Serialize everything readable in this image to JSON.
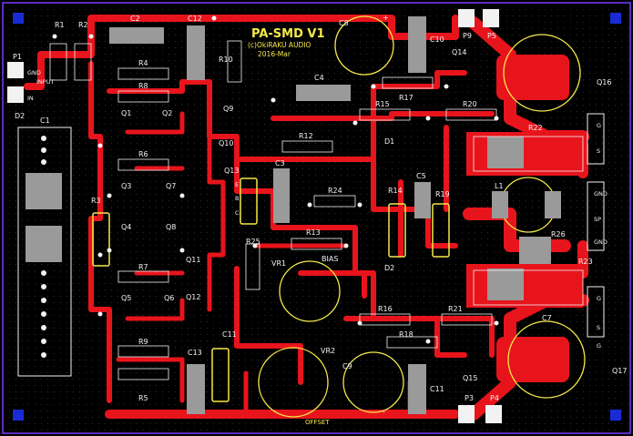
{
  "board": {
    "title": "PA-SMD V1",
    "line2": "(c)OkiRAKU AUDIO",
    "line3": "2016-Mar",
    "offset": "OFFSET"
  },
  "colors": {
    "background": "#000000",
    "copper": "#e8141c",
    "silk": "#f2f2f2",
    "highlight": "#f4e94a",
    "pad": "#9a9a9a",
    "via": "#1a2bd6",
    "outline": "#7a3cff"
  },
  "labels": {
    "R1": "R1",
    "R2": "R2",
    "C2": "C2",
    "C12": "C12",
    "R10": "R10",
    "C8": "C8",
    "P9": "P9",
    "P5": "P5",
    "C10": "C10",
    "Q14": "Q14",
    "Q16": "Q16",
    "P1": "P1",
    "GND": "GND",
    "IN": "IN",
    "INPUT": "INPUT",
    "R4": "R4",
    "R8": "R8",
    "C4": "C4",
    "R17": "R17",
    "R15": "R15",
    "R20": "R20",
    "R22": "R22",
    "D2": "D2",
    "C1": "C1",
    "Q1": "Q1",
    "Q2": "Q2",
    "Q9": "Q9",
    "Q10": "Q10",
    "R12": "R12",
    "D1": "D1",
    "R6": "R6",
    "C3": "C3",
    "C5": "C5",
    "L1": "L1",
    "SP": "SP",
    "R3": "R3",
    "Q3": "Q3",
    "Q7": "Q7",
    "Q13": "Q13",
    "R24": "R24",
    "R14": "R14",
    "R19": "R19",
    "Q4": "Q4",
    "Q8": "Q8",
    "R13": "R13",
    "R26": "R26",
    "R25": "R25",
    "R7": "R7",
    "Q11": "Q11",
    "Q12": "Q12",
    "VR1": "VR1",
    "BIAS": "BIAS",
    "D2b": "D2",
    "R23": "R23",
    "Q5": "Q5",
    "Q6": "Q6",
    "R16": "R16",
    "R21": "R21",
    "C7": "C7",
    "R9": "R9",
    "C11": "C11",
    "R18": "R18",
    "C13": "C13",
    "VR2": "VR2",
    "C9": "C9",
    "C11b": "C11",
    "Q15": "Q15",
    "Q17": "Q17",
    "R5": "R5",
    "P3": "P3",
    "P4": "P4",
    "E": "E",
    "B": "B",
    "C": "C",
    "S": "S",
    "G": "G",
    "Sb": "S",
    "Gb": "G",
    "Gc": "G",
    "plus": "+",
    "minus": "-"
  }
}
